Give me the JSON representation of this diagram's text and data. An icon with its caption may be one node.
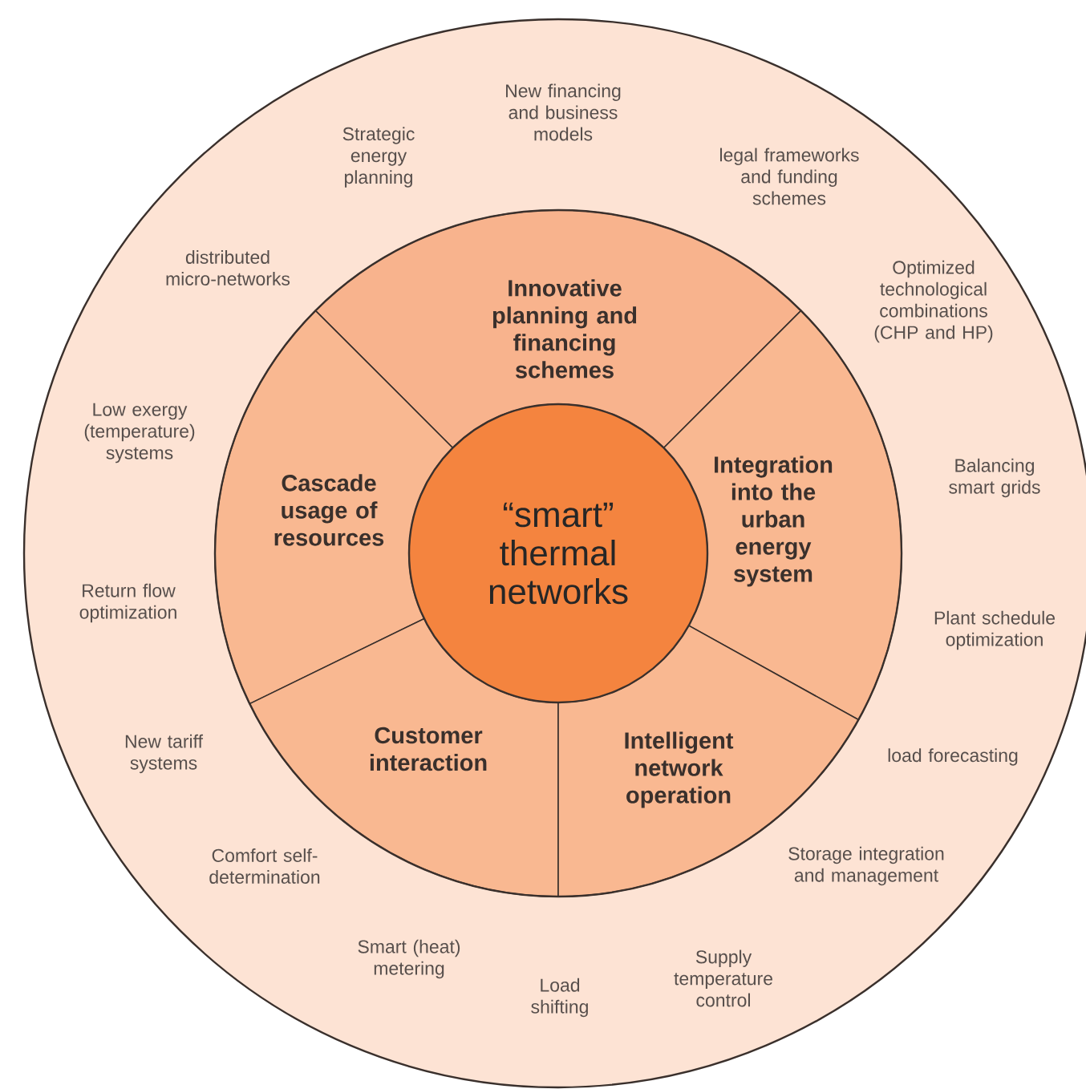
{
  "diagram": {
    "nodes": [
      {
        "text": [
          "New financing and business models",
          "Strategic energy planning",
          "legal frameworks and funding schemes",
          "distributed micro-networks",
          "Optimized technological combinations (CHP and HP)",
          "Low exergy (temperature) systems",
          "Balancing smart grids",
          "Return flow optimization",
          "Plant schedule optimization",
          "New tariff systems",
          "load forecasting",
          "Comfort self-determination",
          "Storage integration and management",
          "Smart (heat) metering",
          "Load shifting",
          "Supply temperature control"
        ]
      },
      {
        "text": [
          "Innovative planning and financing schemes"
        ],
        "in": 0
      },
      {
        "text": [
          "Cascade usage of resources"
        ],
        "in": 0
      },
      {
        "text": [
          "Integration into the urban energy system"
        ],
        "in": 0
      },
      {
        "text": [
          "Customer interaction"
        ],
        "in": 0
      },
      {
        "text": [
          "Intelligent network operation"
        ],
        "in": 0
      },
      {
        "text": [
          "“smart” thermal networks"
        ],
        "in": 0
      }
    ]
  }
}
